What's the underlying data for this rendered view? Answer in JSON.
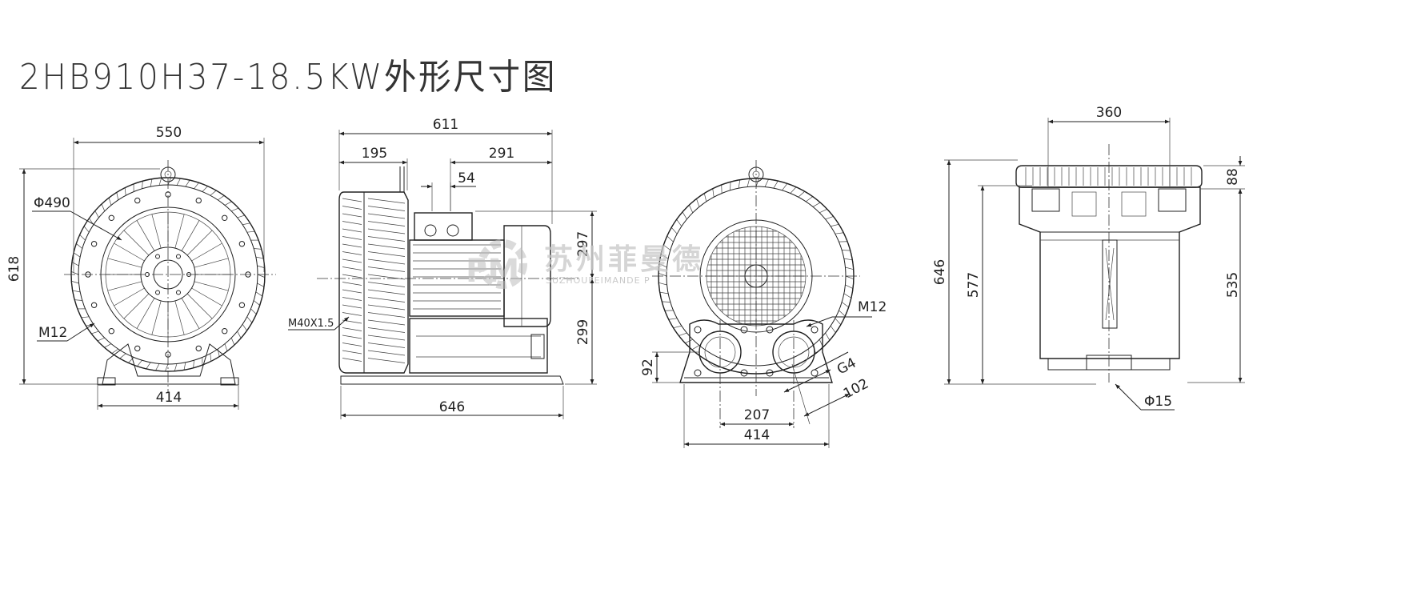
{
  "title": "2HB910H37-18.5KW外形尺寸图",
  "watermark": {
    "name": "苏州菲曼德",
    "sub": "SUZHOUFEIMANDE P"
  },
  "views": {
    "front": {
      "dims": {
        "width": "550",
        "height": "618",
        "diameter": "Φ490",
        "bolt": "M12",
        "base": "414"
      }
    },
    "side": {
      "dims": {
        "total_length": "611",
        "left": "195",
        "right": "291",
        "terminal": "54",
        "upper": "297",
        "lower": "299",
        "thread": "M40X1.5",
        "base_length": "646"
      }
    },
    "rear": {
      "dims": {
        "bolt": "M12",
        "port": "G4",
        "height": "92",
        "port_offset": "102",
        "port_spacing": "207",
        "base": "414"
      }
    },
    "top": {
      "dims": {
        "width": "360",
        "top": "88",
        "total_height": "646",
        "mid": "577",
        "right": "535",
        "hole": "Φ15"
      }
    }
  }
}
